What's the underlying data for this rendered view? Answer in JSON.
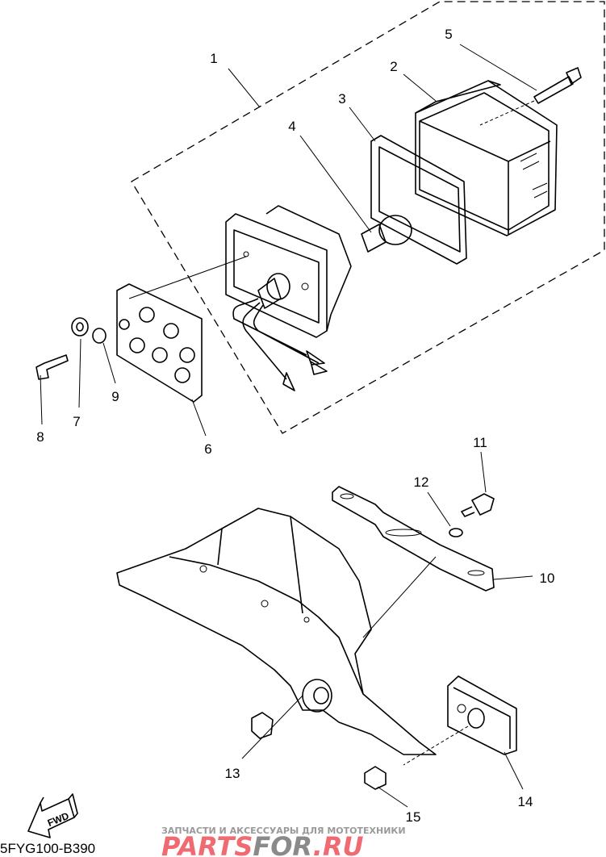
{
  "diagram": {
    "code": "5FYG100-B390",
    "fwd_label": "FWD",
    "callouts": [
      "1",
      "2",
      "3",
      "4",
      "5",
      "6",
      "7",
      "8",
      "9",
      "10",
      "11",
      "12",
      "13",
      "14",
      "15"
    ]
  },
  "watermark": {
    "tagline": "ЗАПЧАСТИ И АКСЕССУАРЫ ДЛЯ МОТОТЕХНИКИ",
    "brand_a": "PARTS",
    "brand_b": "FOR",
    "brand_c": ".RU",
    "brand_color": "#f06a72",
    "brand_gray": "#8a8a8a"
  }
}
